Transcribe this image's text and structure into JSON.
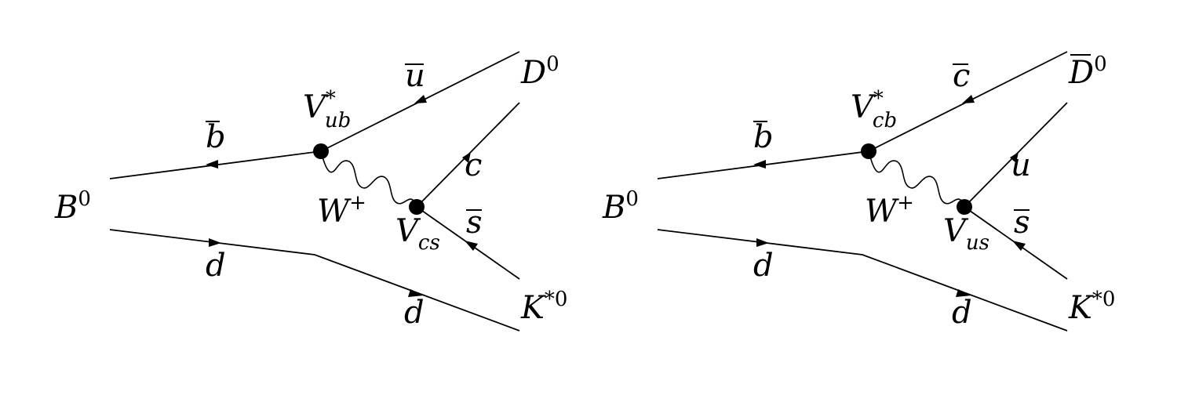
{
  "diagrams": [
    {
      "initial_meson": {
        "base": "B",
        "sup": "0"
      },
      "top_left_quark": "b",
      "bottom_left_quark": "d",
      "bottom_right_quark": "d",
      "top_right_antiquark": "u",
      "right_quark": "c",
      "right_antiquark": "s",
      "boson": {
        "base": "W",
        "sup": "+"
      },
      "vertex_top": {
        "base": "V",
        "sub": "ub",
        "sup": "*"
      },
      "vertex_bottom": {
        "base": "V",
        "sub": "cs"
      },
      "final_top": {
        "base": "D",
        "sup": "0",
        "overline": false
      },
      "final_bottom": {
        "base": "K",
        "sup": "*0"
      }
    },
    {
      "initial_meson": {
        "base": "B",
        "sup": "0"
      },
      "top_left_quark": "b",
      "bottom_left_quark": "d",
      "bottom_right_quark": "d",
      "top_right_antiquark": "c",
      "right_quark": "u",
      "right_antiquark": "s",
      "boson": {
        "base": "W",
        "sup": "+"
      },
      "vertex_top": {
        "base": "V",
        "sub": "cb",
        "sup": "*"
      },
      "vertex_bottom": {
        "base": "V",
        "sub": "us"
      },
      "final_top": {
        "base": "D",
        "sup": "0",
        "overline": true
      },
      "final_bottom": {
        "base": "K",
        "sup": "*0"
      }
    }
  ]
}
